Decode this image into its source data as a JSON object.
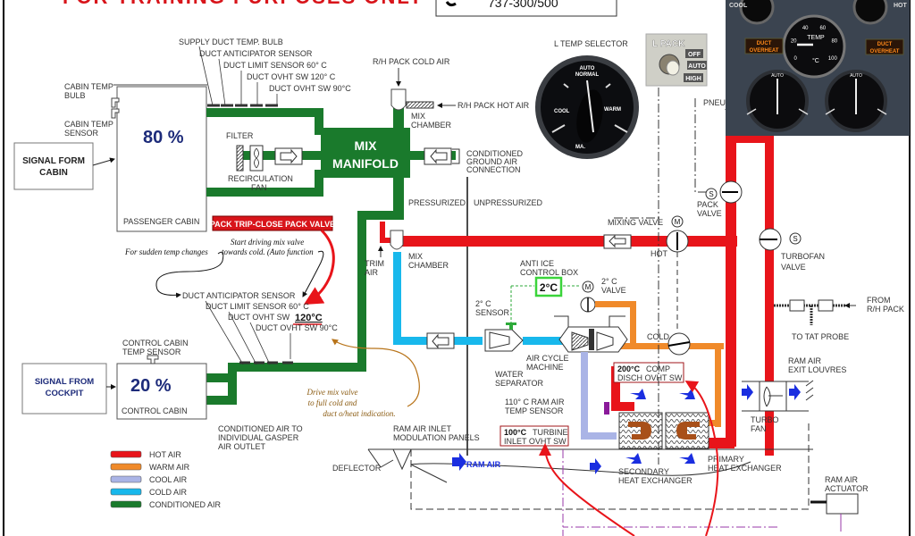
{
  "header": {
    "title": "FOR TRAINING PURPOSES ONLY",
    "model_box": "737-300/500"
  },
  "colors": {
    "hot_air": "#e8141a",
    "warm_air": "#f08a2a",
    "cool_air": "#aab4e6",
    "cold_air": "#18b8ec",
    "conditioned_air": "#1a7a2c",
    "ram_arrow": "#1a2ee0",
    "alert_red": "#d8141a"
  },
  "passenger_cabin": {
    "percent": "80 %",
    "name": "PASSENGER CABIN",
    "signal_box": [
      "SIGNAL FORM",
      "CABIN"
    ],
    "cabin_temp_bulb": [
      "CABIN TEMP",
      "BULB"
    ],
    "cabin_temp_sensor": [
      "CABIN TEMP",
      "SENSOR"
    ]
  },
  "upper_sensors": [
    "SUPPLY DUCT TEMP. BULB",
    "DUCT ANTICIPATOR SENSOR",
    "DUCT LIMIT SENSOR  60° C",
    "DUCT OVHT SW  120° C",
    "DUCT OVHT SW  90°C"
  ],
  "recirc": {
    "filter": "FILTER",
    "fan": [
      "RECIRCULATION",
      "FAN"
    ]
  },
  "mix_manifold": [
    "MIX",
    "MANIFOLD"
  ],
  "rh_pack": {
    "cold_air": "R/H PACK COLD AIR",
    "hot_air": "R/H PACK HOT AIR",
    "mix_chamber": [
      "MIX",
      "CHAMBER"
    ]
  },
  "ground_air": [
    "CONDITIONED",
    "GROUND AIR",
    "CONNECTION"
  ],
  "zones": {
    "pressurized": "PRESSURIZED",
    "unpressurized": "UNPRESSURIZED"
  },
  "alert_pack_trip": "PACK TRIP-CLOSE PACK VALVE",
  "notes": {
    "start_driving": [
      "Start driving mix valve",
      "towards cold. (Auto function"
    ],
    "sudden_temp": "For sudden temp changes",
    "drive_mix": [
      "Drive mix valve",
      "to full cold and",
      "duct o/heat indication."
    ]
  },
  "lower_sensors": {
    "anticipator": "DUCT ANTICIPATOR SENSOR",
    "limit": "DUCT LIMIT SENSOR  60° C",
    "ovht120_prefix": "DUCT OVHT SW",
    "ovht120_value": "120°C",
    "ovht90": "DUCT OVHT SW  90°C"
  },
  "control_cabin": {
    "percent": "20 %",
    "name": "CONTROL CABIN",
    "signal_box": [
      "SIGNAL FROM",
      "COCKPIT"
    ],
    "temp_sensor": [
      "CONTROL CABIN",
      "TEMP SENSOR"
    ],
    "gasper": [
      "CONDITIONED AIR TO",
      "INDIVIDUAL GASPER",
      "AIR OUTLET"
    ]
  },
  "legend": [
    {
      "label": "HOT AIR",
      "color": "#e8141a"
    },
    {
      "label": "WARM AIR",
      "color": "#f08a2a"
    },
    {
      "label": "COOL AIR",
      "color": "#aab4e6"
    },
    {
      "label": "COLD AIR",
      "color": "#18b8ec"
    },
    {
      "label": "CONDITIONED AIR",
      "color": "#1a7a2c"
    }
  ],
  "trim_air": [
    "TRIM",
    "AIR"
  ],
  "lower_mix_chamber": [
    "MIX",
    "CHAMBER"
  ],
  "anti_ice": {
    "title": [
      "ANTI ICE",
      "CONTROL BOX"
    ],
    "value": "2°C",
    "valve": [
      "2° C",
      "VALVE"
    ],
    "sensor": [
      "2° C",
      "SENSOR"
    ]
  },
  "acm": {
    "air_cycle_machine": [
      "AIR CYCLE",
      "MACHINE"
    ],
    "water_separator": [
      "WATER",
      "SEPARATOR"
    ]
  },
  "comp_disch": {
    "value": "200°C",
    "text1": "COMP",
    "text2": "DISCH OVHT SW"
  },
  "turbine_inlet": {
    "value": "100°C",
    "text1": "TURBINE",
    "text2": "INLET OVHT SW"
  },
  "ram_temp_sensor": [
    "110° C RAM AIR",
    "TEMP SENSOR"
  ],
  "mixing_valve": {
    "label": "MIXING VALVE",
    "hot": "HOT",
    "cold": "COLD",
    "motor": "M"
  },
  "pack_valve": {
    "label": [
      "PACK",
      "VALVE"
    ],
    "solenoid": "S"
  },
  "turbofan_valve": {
    "label": [
      "TURBOFAN",
      "VALVE"
    ],
    "solenoid": "S"
  },
  "pneumatic_air": "PNEUMATIC AIR",
  "from_rh_pack": [
    "FROM",
    "R/H PACK"
  ],
  "tat_probe": "TO TAT PROBE",
  "ram_air": {
    "exit_louvres": [
      "RAM AIR",
      "EXIT LOUVRES"
    ],
    "turbo_fan": [
      "TURBO",
      "FAN"
    ],
    "inlet_panels": [
      "RAM AIR INLET",
      "MODULATION PANELS"
    ],
    "deflector": "DEFLECTOR",
    "ram_air_label": "RAM AIR",
    "actuator": [
      "RAM AIR",
      "ACTUATOR"
    ]
  },
  "heat_exchangers": {
    "secondary": [
      "SECONDARY",
      "HEAT EXCHANGER"
    ],
    "primary": [
      "PRIMARY",
      "HEAT EXCHANGER"
    ]
  },
  "temp_selector": {
    "title": "L TEMP SELECTOR",
    "auto": "AUTO",
    "normal": "NORMAL",
    "cool": "COOL",
    "warm": "WARM",
    "man": "MA."
  },
  "pack_switch": {
    "title": "L PACK",
    "positions": [
      "OFF",
      "AUTO",
      "HIGH"
    ],
    "selected": "AUTO"
  },
  "cockpit_panel": {
    "gauge_label": "TEMP",
    "gauge_unit": "°C",
    "gauge_ticks": [
      "0",
      "20",
      "40",
      "60",
      "80",
      "100"
    ],
    "warning_left": [
      "DUCT",
      "OVERHEAT"
    ],
    "warning_right": [
      "DUCT",
      "OVERHEAT"
    ],
    "top_labels": [
      "COOL",
      "HOT"
    ]
  }
}
